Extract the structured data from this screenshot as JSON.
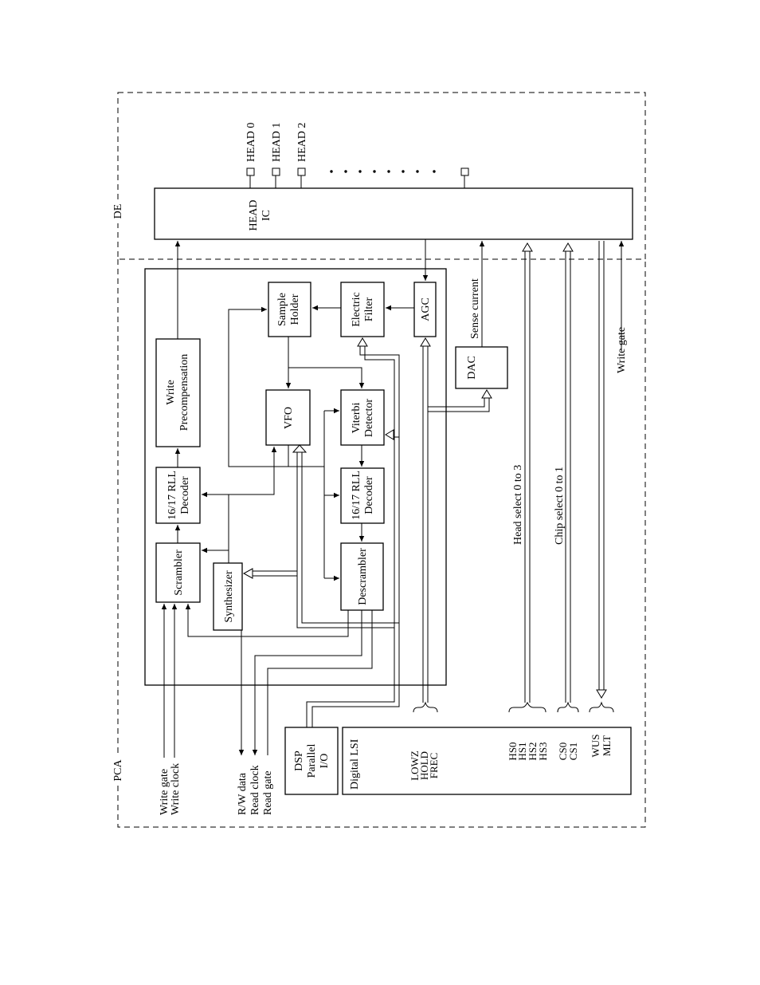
{
  "regions": {
    "de": "DE",
    "pca": "PCA"
  },
  "heads": {
    "head0": "HEAD 0",
    "head1": "HEAD 1",
    "head2": "HEAD 2"
  },
  "blocks": {
    "head_ic": [
      "HEAD",
      "IC"
    ],
    "write_precomp": [
      "Write",
      "Precompensation"
    ],
    "rll_decoder_write": [
      "16/17 RLL",
      "Decoder"
    ],
    "scrambler": [
      "Scrambler"
    ],
    "synthesizer": [
      "Synthesizer"
    ],
    "sample_holder": [
      "Sample",
      "Holder"
    ],
    "vfo": [
      "VFO"
    ],
    "electric_filter": [
      "Electric",
      "Filter"
    ],
    "viterbi_detector": [
      "Viterbi",
      "Detector"
    ],
    "rll_decoder_read": [
      "16/17 RLL",
      "Decoder"
    ],
    "descrambler": [
      "Descrambler"
    ],
    "agc": [
      "AGC"
    ],
    "dac": [
      "DAC"
    ],
    "dsp_parallel_io": [
      "DSP",
      "Parallel",
      "I/O"
    ],
    "digital_lsi": [
      "Digital LSI"
    ]
  },
  "signals": {
    "sense_current": "Sense current",
    "write_gate_right": "Write gate",
    "head_select": "Head select 0 to 3",
    "chip_select": "Chip select 0 to 1",
    "write_gate_in": "Write  gate",
    "write_clock": "Write clock",
    "rw_data": "R/W data",
    "read_clock": "Read clock",
    "read_gate": "Read gate"
  },
  "lsi_pins": {
    "group1": [
      "LOWZ",
      "HOLD",
      "FREC"
    ],
    "group2": [
      "HS0",
      "HS1",
      "HS2",
      "HS3"
    ],
    "group3": [
      "CS0",
      "CS1"
    ],
    "group4": [
      "WUS",
      "MLT"
    ]
  }
}
